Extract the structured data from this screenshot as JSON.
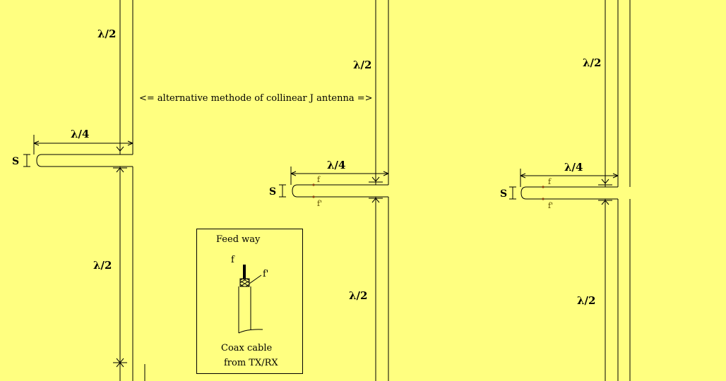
{
  "labels": {
    "half_wave": "λ/2",
    "quarter_wave": "λ/4",
    "spacing": "S",
    "feed_f": "f",
    "feed_f_prime": "f'",
    "caption": "<= alternative methode of collinear J antenna =>"
  },
  "feed_box": {
    "title": "Feed way",
    "f_label": "f",
    "f_prime_label": "f'",
    "cable_line1": "Coax cable",
    "cable_line2": "from TX/RX"
  },
  "colors": {
    "background": "#ffff80",
    "line": "#000000",
    "feed_point": "#8b4513"
  }
}
